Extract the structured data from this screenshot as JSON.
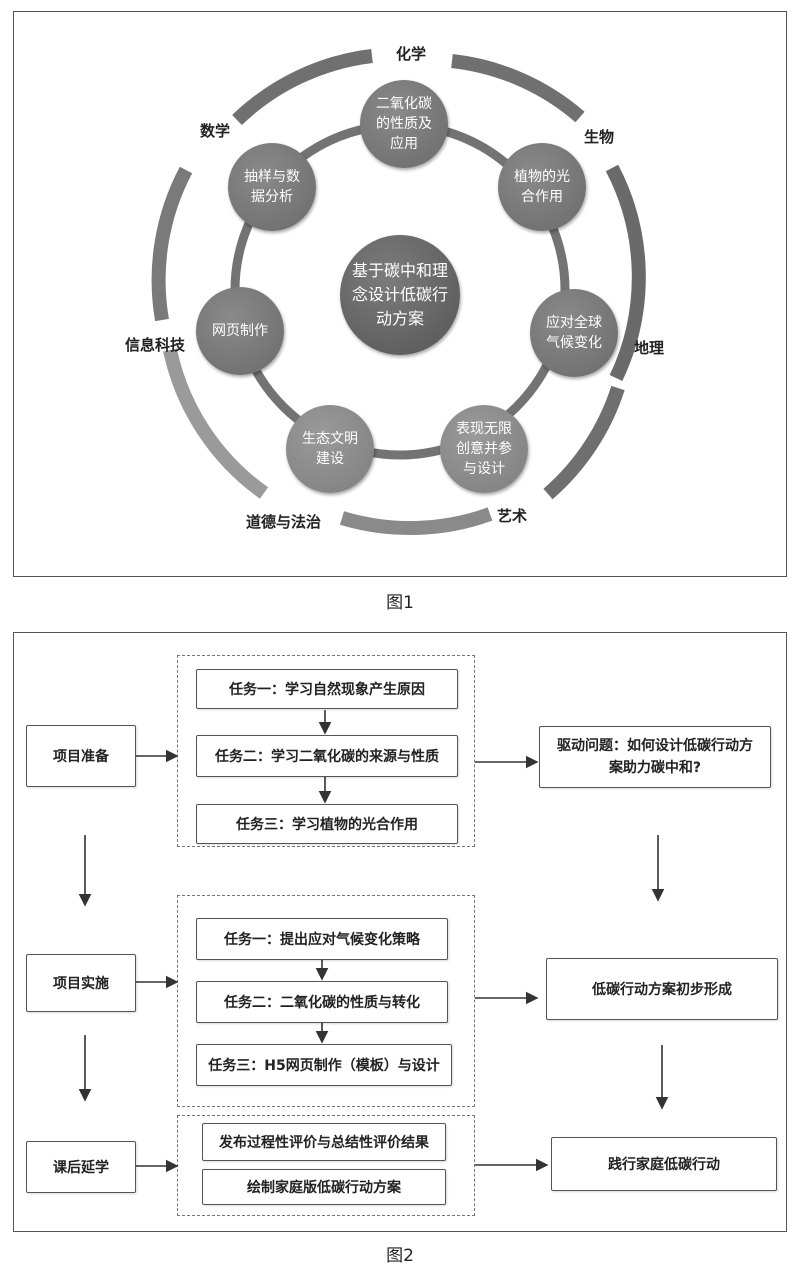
{
  "figure1": {
    "caption": "图1",
    "center": "基于碳中和理念设计低碳行动方案",
    "inner_nodes": [
      {
        "key": "co2",
        "text": "二氧化碳的性质及应用"
      },
      {
        "key": "photo",
        "text": "植物的光合作用"
      },
      {
        "key": "climate",
        "text": "应对全球气候变化"
      },
      {
        "key": "express",
        "text": "表现无限创意并参与设计"
      },
      {
        "key": "eco",
        "text": "生态文明建设"
      },
      {
        "key": "web",
        "text": "网页制作"
      },
      {
        "key": "sample",
        "text": "抽样与数据分析"
      }
    ],
    "subjects": {
      "chemistry": "化学",
      "biology": "生物",
      "geography": "地理",
      "art": "艺术",
      "morality": "道德与法治",
      "it": "信息科技",
      "math": "数学"
    }
  },
  "figure2": {
    "caption": "图2",
    "stages": {
      "prep": "项目准备",
      "impl": "项目实施",
      "after": "课后延学"
    },
    "prep_tasks": [
      "任务一：学习自然现象产生原因",
      "任务二：学习二氧化碳的来源与性质",
      "任务三：学习植物的光合作用"
    ],
    "impl_tasks": [
      "任务一：提出应对气候变化策略",
      "任务二：二氧化碳的性质与转化",
      "任务三：H5网页制作（模板）与设计"
    ],
    "after_tasks": [
      "发布过程性评价与总结性评价结果",
      "绘制家庭版低碳行动方案"
    ],
    "outcomes": {
      "driving": "驱动问题：如何设计低碳行动方案助力碳中和?",
      "formed": "低碳行动方案初步形成",
      "practice": "践行家庭低碳行动"
    }
  }
}
